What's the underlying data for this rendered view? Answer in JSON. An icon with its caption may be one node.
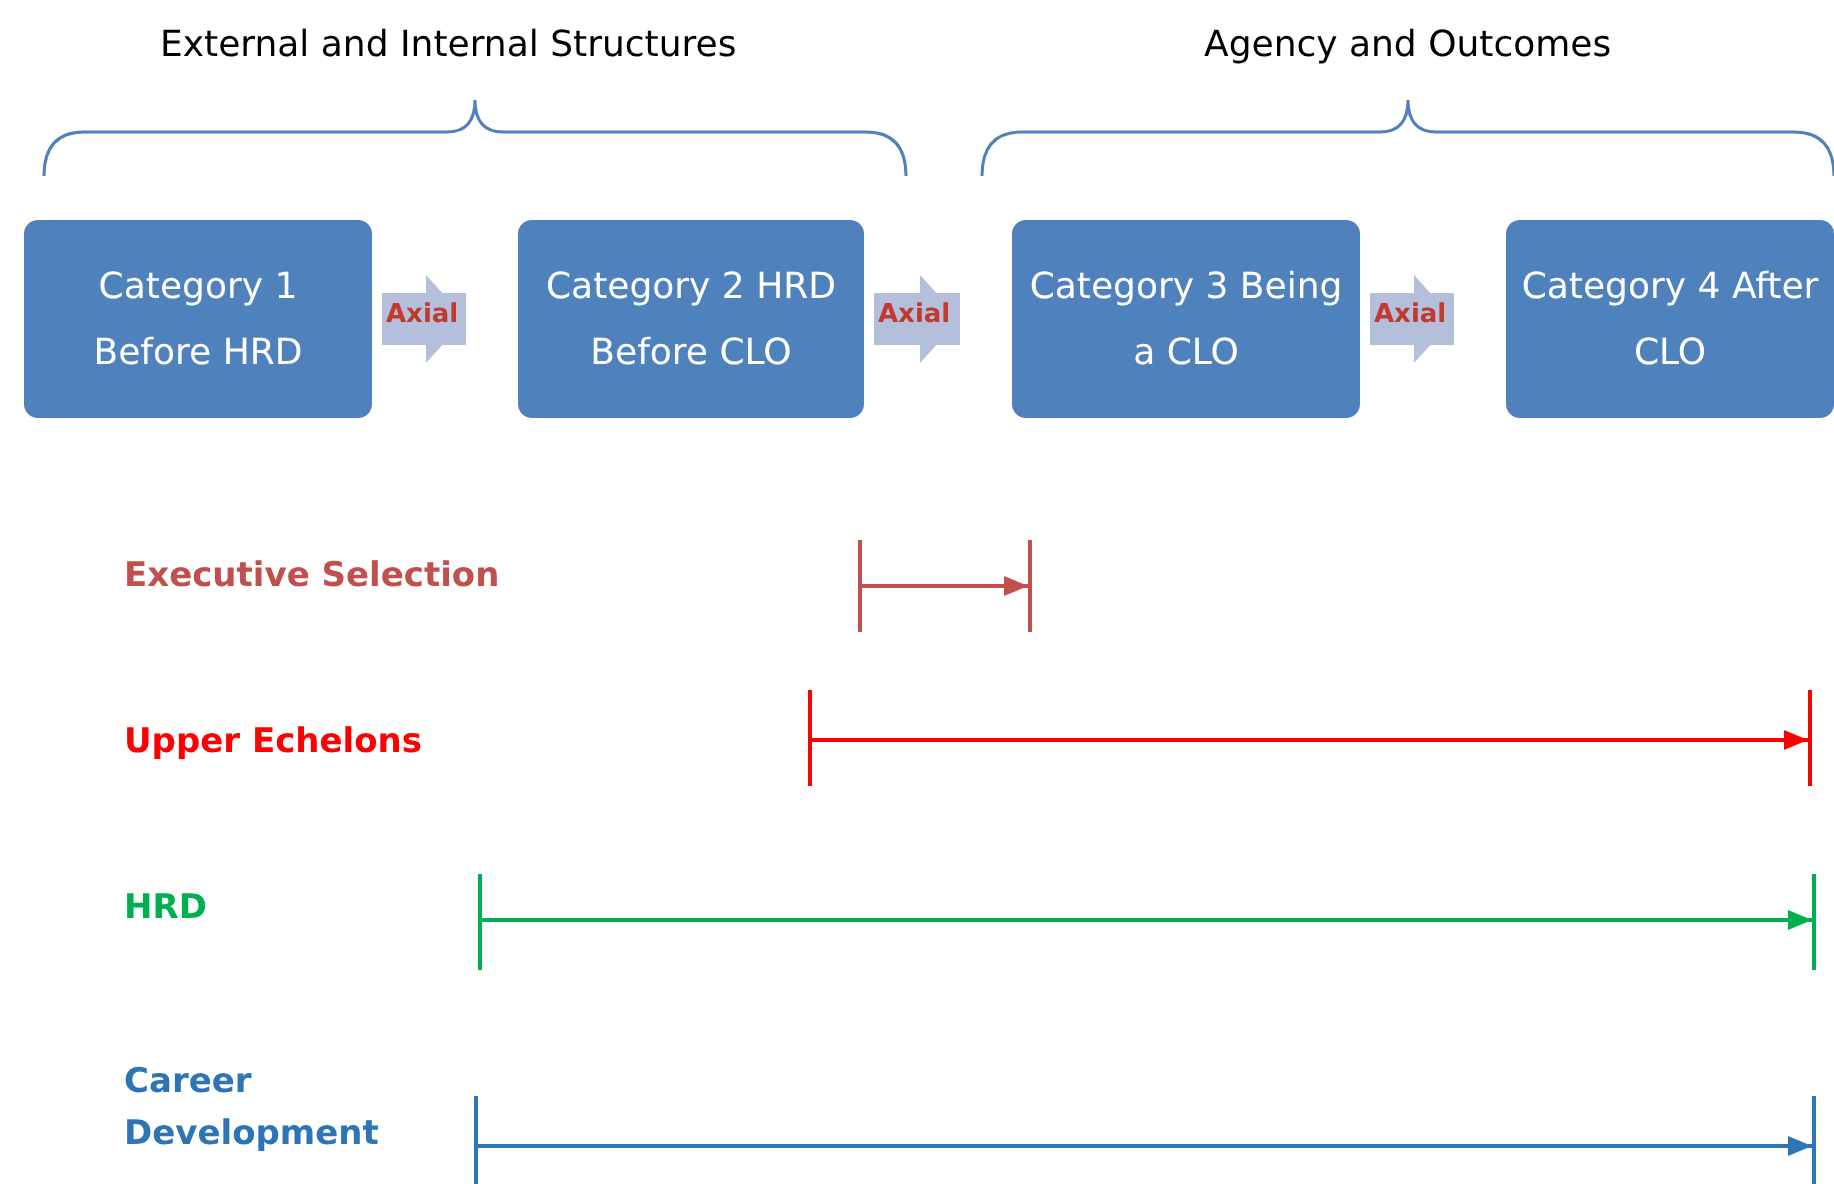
{
  "diagram": {
    "nodes": [
      {
        "text": [
          "Category 1 Before HRD"
        ]
      },
      {
        "text": [
          "Category 2 HRD Before CLO"
        ]
      },
      {
        "text": [
          "Category 3 Being a CLO"
        ]
      },
      {
        "text": [
          "Category 4 After CLO"
        ]
      }
    ],
    "edges": [
      {
        "from": 0,
        "to": 1,
        "arrow": "to",
        "label": "Axial"
      },
      {
        "from": 1,
        "to": 2,
        "arrow": "to",
        "label": "Axial"
      },
      {
        "from": 2,
        "to": 3,
        "arrow": "to",
        "label": "Axial"
      }
    ],
    "labels": [
      "External and Internal Structures",
      "Agency and Outcomes",
      "Executive Selection",
      "Upper Echelons",
      "HRD",
      "Career Development"
    ]
  }
}
